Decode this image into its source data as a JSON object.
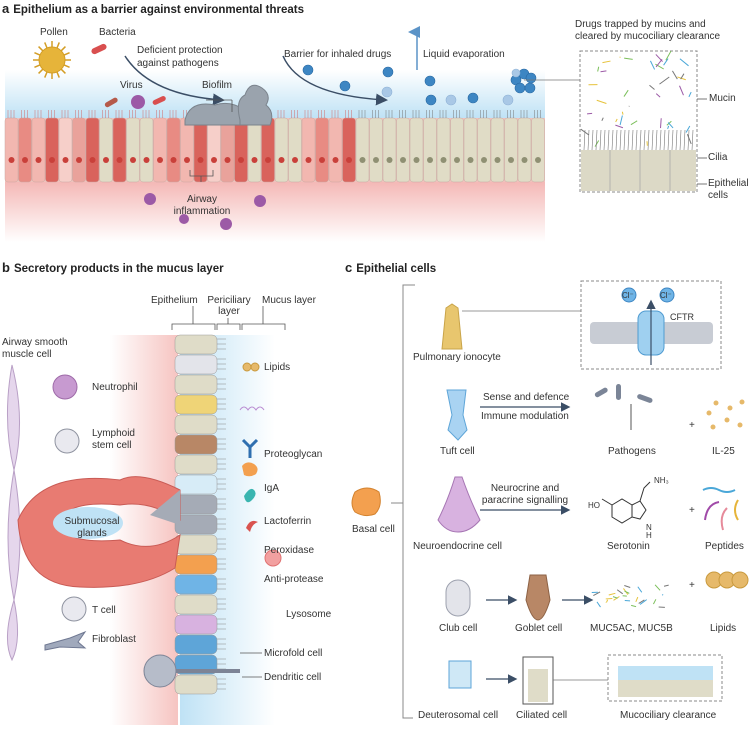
{
  "panel_a": {
    "letter": "a",
    "title": "Epithelium as a barrier against environmental threats",
    "labels": {
      "pollen": "Pollen",
      "bacteria": "Bacteria",
      "deficient_1": "Deficient protection",
      "deficient_2": "against pathogens",
      "virus": "Virus",
      "biofilm": "Biofilm",
      "barrier": "Barrier for inhaled drugs",
      "evaporation": "Liquid evaporation",
      "drugs_trapped_1": "Drugs trapped by mucins and",
      "drugs_trapped_2": "cleared by mucociliary clearance",
      "mucin": "Mucin",
      "cilia": "Cilia",
      "epithelial_1": "Epithelial",
      "epithelial_2": "cells",
      "inflammation_1": "Airway",
      "inflammation_2": "inflammation"
    }
  },
  "panel_b": {
    "letter": "b",
    "title": "Secretory products in the mucus layer",
    "layers": {
      "epithelium": "Epithelium",
      "periciliary_1": "Periciliary",
      "periciliary_2": "layer",
      "mucus": "Mucus layer"
    },
    "left_cells": {
      "smooth_muscle_1": "Airway smooth",
      "smooth_muscle_2": "muscle cell",
      "neutrophil": "Neutrophil",
      "lymphoid_1": "Lymphoid",
      "lymphoid_2": "stem cell",
      "glands_1": "Submucosal",
      "glands_2": "glands",
      "tcell": "T cell",
      "fibroblast": "Fibroblast"
    },
    "products": {
      "lipids": "Lipids",
      "proteoglycan": "Proteoglycan",
      "iga": "IgA",
      "lactoferrin": "Lactoferrin",
      "peroxidase": "Peroxidase",
      "antiprotease": "Anti-protease",
      "lysosome": "Lysosome",
      "microfold": "Microfold cell",
      "dendritic": "Dendritic cell"
    }
  },
  "panel_c": {
    "letter": "c",
    "title": "Epithelial cells",
    "basal": "Basal cell",
    "ionocyte": "Pulmonary ionocyte",
    "cl": "Cl⁻",
    "cftr": "CFTR",
    "tuft": "Tuft cell",
    "sense": "Sense and defence",
    "immune": "Immune modulation",
    "pathogens": "Pathogens",
    "il25": "IL-25",
    "neuro": "Neuroendocrine cell",
    "neuro_sig_1": "Neurocrine and",
    "neuro_sig_2": "paracrine signalling",
    "serotonin": "Serotonin",
    "peptides": "Peptides",
    "ho": "HO",
    "nh3": "NH₃",
    "nh": "N",
    "h": "H",
    "plus_sign": "+",
    "club": "Club cell",
    "goblet": "Goblet cell",
    "muc": "MUC5AC, MUC5B",
    "lipids": "Lipids",
    "deuterosomal": "Deuterosomal cell",
    "ciliated": "Ciliated cell",
    "mucociliary": "Mucociliary clearance"
  },
  "colors": {
    "mucus_blue": "#cfe8f6",
    "tissue_pink": "#f7c9c6",
    "cell_red": "#d9635c",
    "cell_beige": "#dfdcc8",
    "drug_blue": "#3d86c3",
    "virus_purple": "#9c5aa6",
    "pollen_yellow": "#e6b43a",
    "basal_orange": "#f3a04f",
    "arrow": "#3b4e66"
  }
}
